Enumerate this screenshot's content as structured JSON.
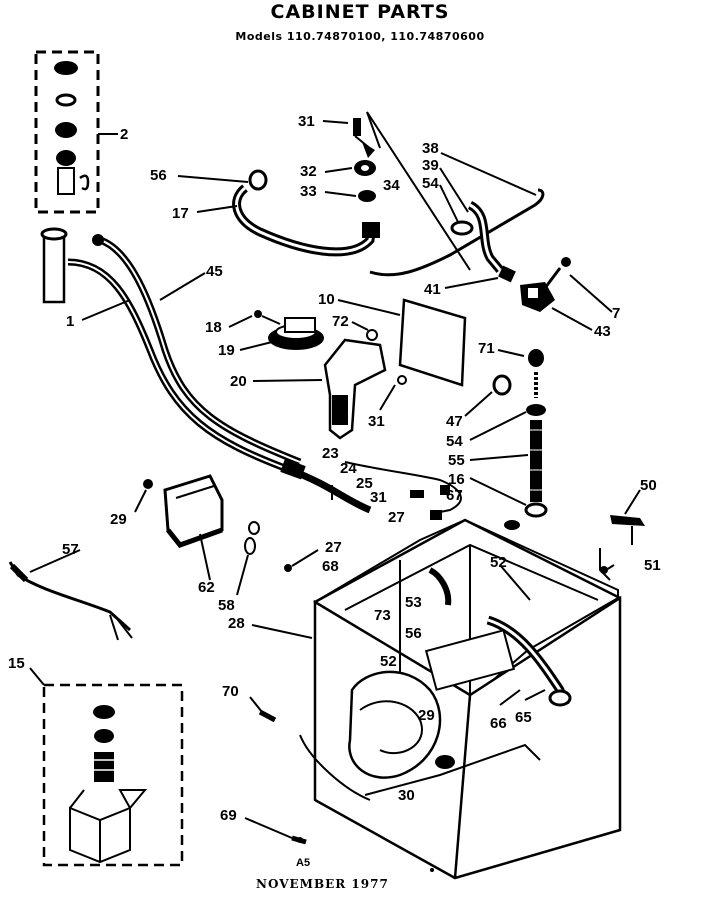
{
  "header": {
    "title": "CABINET PARTS",
    "models": "Models 110.74870100, 110.74870600"
  },
  "footer": {
    "date": "NOVEMBER 1977"
  },
  "callouts": [
    "31",
    "2",
    "56",
    "32",
    "33",
    "34",
    "38",
    "39",
    "54",
    "17",
    "45",
    "1",
    "41",
    "7",
    "43",
    "10",
    "18",
    "72",
    "19",
    "71",
    "20",
    "31",
    "47",
    "54",
    "55",
    "16",
    "23",
    "24",
    "25",
    "31",
    "67",
    "29",
    "27",
    "50",
    "57",
    "27",
    "68",
    "52",
    "51",
    "62",
    "58",
    "28",
    "73",
    "53",
    "56",
    "52",
    "15",
    "70",
    "29",
    "66",
    "65",
    "30",
    "69",
    "A5"
  ],
  "icons": [
    "water-inlet-valve-icon",
    "hose-icon",
    "pressure-switch-icon",
    "cabinet-icon",
    "terminal-block-icon",
    "wire-harness-icon",
    "screw-icon",
    "spring-icon",
    "carton-icon"
  ]
}
